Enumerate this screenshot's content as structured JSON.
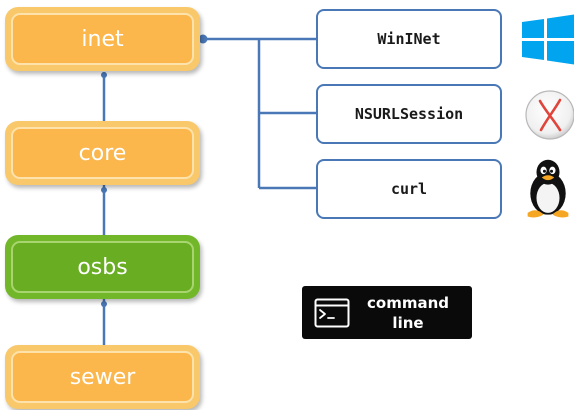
{
  "modules": [
    {
      "id": "inet",
      "label": "inet",
      "variant": "orange"
    },
    {
      "id": "core",
      "label": "core",
      "variant": "orange"
    },
    {
      "id": "osbs",
      "label": "osbs",
      "variant": "green"
    },
    {
      "id": "sewer",
      "label": "sewer",
      "variant": "orange"
    }
  ],
  "backends": [
    {
      "id": "wininet",
      "label": "WinINet",
      "platform_icon": "windows-logo-icon"
    },
    {
      "id": "nsurlsession",
      "label": "NSURLSession",
      "platform_icon": "macos-logo-icon"
    },
    {
      "id": "curl",
      "label": "curl",
      "platform_icon": "linux-tux-icon"
    }
  ],
  "command_line": {
    "icon": "terminal-icon",
    "line1": "command",
    "line2": "line"
  },
  "colors": {
    "module_orange": "#fbb64c",
    "module_orange_border": "#fde3ab",
    "module_green": "#68ad22",
    "module_green_border": "#a8d56f",
    "connector_blue": "#4a78b7",
    "backend_border": "#4a78b7",
    "windows_blue": "#00a4ef",
    "macos_red": "#e0453c",
    "command_bg": "#0a0a0a"
  }
}
